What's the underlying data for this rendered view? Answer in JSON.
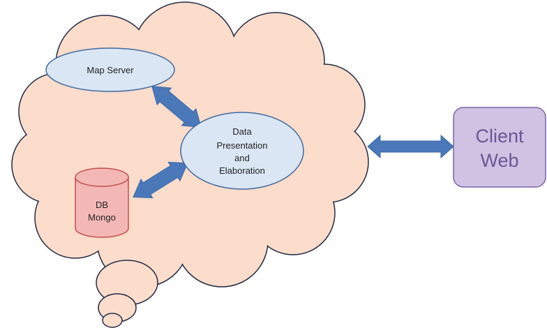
{
  "nodes": {
    "map_server": {
      "label": "Map Server"
    },
    "data_presentation": {
      "lines": [
        "Data",
        "Presentation",
        "and",
        "Elaboration"
      ]
    },
    "db_mongo": {
      "lines": [
        "DB",
        "Mongo"
      ]
    },
    "client_web": {
      "lines": [
        "Client",
        "Web"
      ]
    }
  },
  "colors": {
    "cloud_fill": "#fcdccb",
    "cloud_stroke": "#1f2a44",
    "ellipse_fill": "#dbe6f4",
    "ellipse_stroke": "#3f6aa0",
    "db_fill": "#f3b8b6",
    "db_stroke": "#c0504d",
    "client_fill": "#cfc2e2",
    "client_stroke": "#7d62a8",
    "client_text": "#6c5696",
    "arrow_fill": "#4a78b8",
    "arrow_stroke": "#3a68a8"
  },
  "icons": {
    "cloud": "cloud-shape",
    "database": "cylinder-database-icon",
    "connector": "double-headed-arrow"
  }
}
